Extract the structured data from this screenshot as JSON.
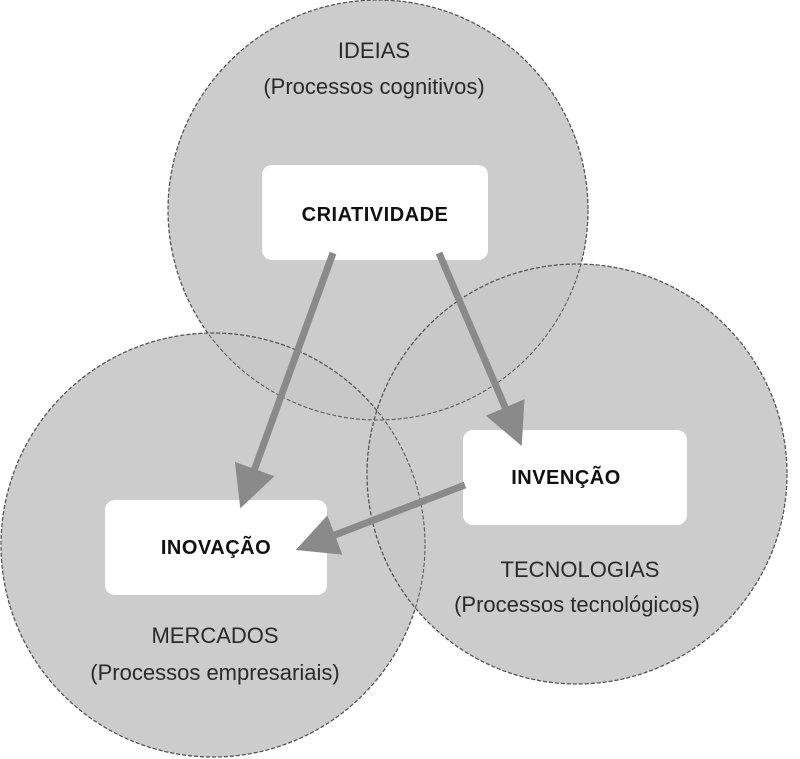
{
  "circles": {
    "ideias": {
      "title": "IDEIAS",
      "subtitle": "(Processos cognitivos)"
    },
    "mercados": {
      "title": "MERCADOS",
      "subtitle": "(Processos empresariais)"
    },
    "tecnologias": {
      "title": "TECNOLOGIAS",
      "subtitle": "(Processos tecnológicos)"
    }
  },
  "boxes": {
    "criatividade": "CRIATIVIDADE",
    "invencao": "INVENÇÃO",
    "inovacao": "INOVAÇÃO"
  },
  "colors": {
    "circle_fill": "#c8c8c8",
    "circle_stroke": "#555555",
    "arrow": "#8a8a8a",
    "box_fill": "#ffffff"
  },
  "arrows": [
    {
      "from": "criatividade",
      "to": "inovacao"
    },
    {
      "from": "criatividade",
      "to": "invencao"
    },
    {
      "from": "invencao",
      "to": "inovacao"
    }
  ]
}
